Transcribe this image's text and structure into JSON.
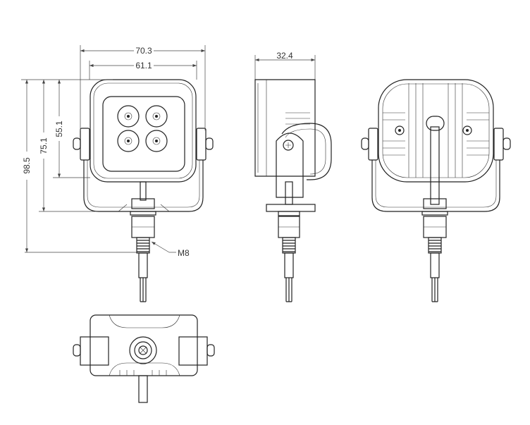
{
  "dimensions": {
    "overall_width": "70.3",
    "lens_width": "61.1",
    "depth": "32.4",
    "overall_height": "98.5",
    "bracket_height": "75.1",
    "housing_height": "55.1",
    "thread": "M8"
  },
  "views": [
    "front",
    "side",
    "rear",
    "bottom"
  ],
  "colors": {
    "line": "#222222",
    "background": "#ffffff"
  }
}
